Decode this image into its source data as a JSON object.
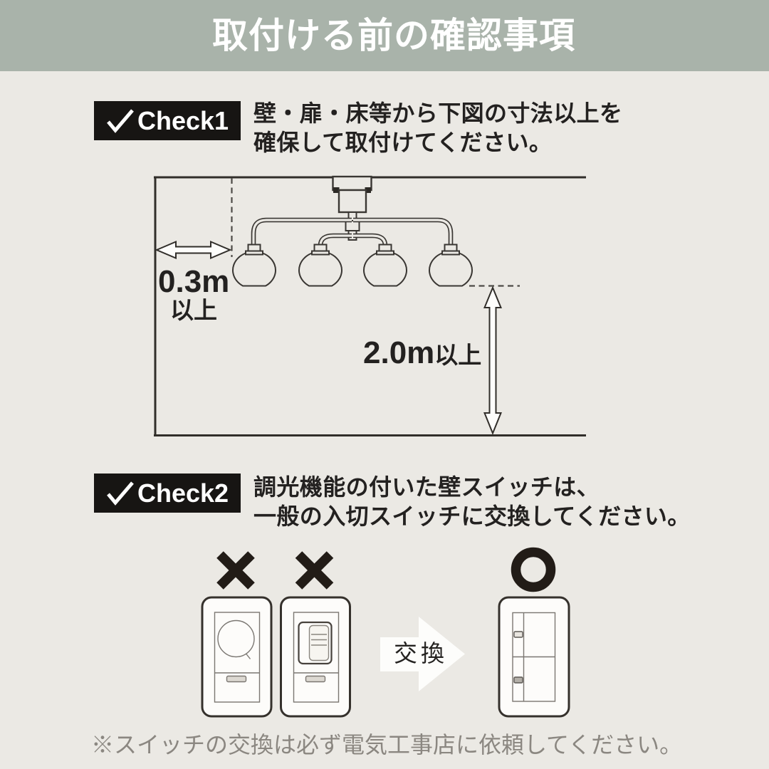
{
  "header": {
    "title": "取付ける前の確認事項",
    "bg_color": "#a9b3aa",
    "text_color": "#ffffff"
  },
  "page_bg_color": "#ebe9e4",
  "check1": {
    "badge_label": "Check1",
    "badge_bg_color": "#171513",
    "line1": "壁・扉・床等から下図の寸法以上を",
    "line2": "確保して取付けてください。"
  },
  "diagram": {
    "wall_clearance_value": "0.3m",
    "wall_clearance_suffix": "以上",
    "floor_clearance_value": "2.0m",
    "floor_clearance_suffix": "以上"
  },
  "check2": {
    "badge_label": "Check2",
    "badge_bg_color": "#171513",
    "line1": "調光機能の付いた壁スイッチは、",
    "line2": "一般の入切スイッチに交換してください。"
  },
  "switches": {
    "swap_label": "交換",
    "wrong_mark_color": "#221c17",
    "ok_mark_color": "#221c17"
  },
  "note": "※スイッチの交換は必ず電気工事店に依頼してください。"
}
